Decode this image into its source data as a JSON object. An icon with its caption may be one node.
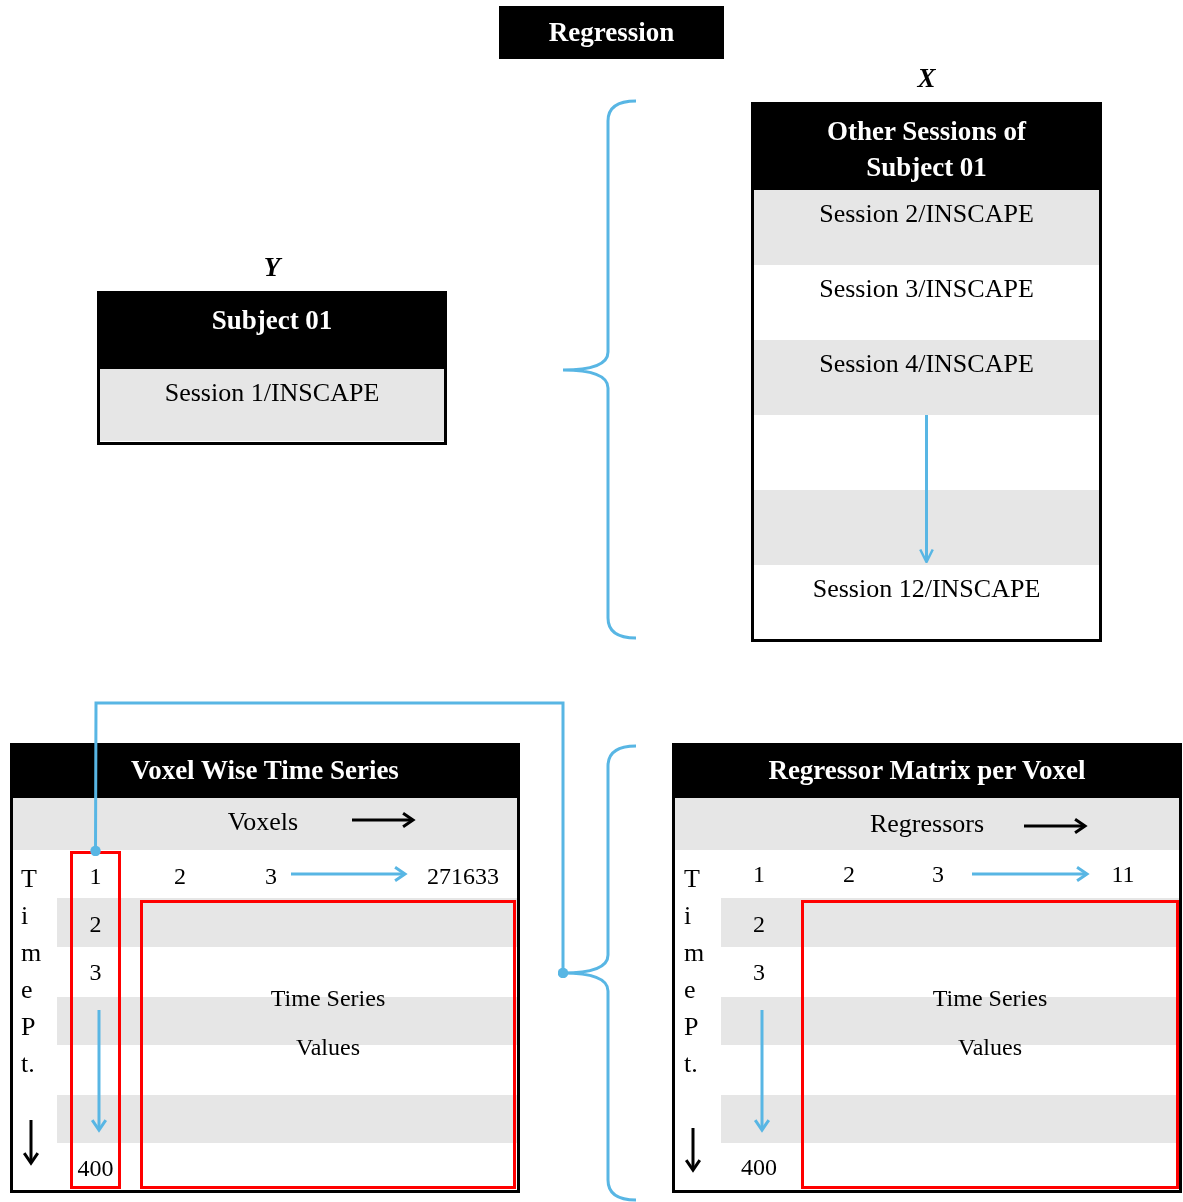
{
  "diagram": {
    "title": "Regression",
    "nodes": [
      {
        "text": [
          "Y",
          "Subject 01"
        ]
      },
      {
        "text": [
          "Session 1/INSCAPE"
        ],
        "in": 0
      },
      {
        "text": [
          "X",
          "Other Sessions of Subject 01"
        ]
      },
      {
        "text": [
          "Session 2/INSCAPE"
        ],
        "in": 2
      },
      {
        "text": [
          "Session 3/INSCAPE"
        ],
        "in": 2
      },
      {
        "text": [
          "Session 4/INSCAPE"
        ],
        "in": 2
      },
      {
        "text": [],
        "shape": "box",
        "in": 2
      },
      {
        "text": [
          "Session 12/INSCAPE"
        ],
        "in": 2
      },
      {
        "text": [
          "Voxel Wise Time Series"
        ]
      },
      {
        "text": [
          "1",
          "2",
          "3",
          "400"
        ],
        "in": 8
      },
      {
        "text": [
          "Time Series Values"
        ],
        "in": 8
      },
      {
        "text": [],
        "shape": "brace"
      },
      {
        "text": [
          "Regressor Matrix per Voxel"
        ]
      },
      {
        "text": [
          "Time Series Values"
        ],
        "in": 12
      }
    ],
    "edges": [
      {
        "from": 5,
        "to": 6,
        "arrow": "to"
      },
      {
        "from": 9,
        "to": 11,
        "arrow": "other"
      }
    ],
    "labels": [
      "Voxels",
      "2",
      "3",
      "271633",
      "Time Pt.",
      "Regressors",
      "1",
      "2",
      "3",
      "11",
      "Time Pt.",
      "2",
      "3",
      "400"
    ]
  }
}
